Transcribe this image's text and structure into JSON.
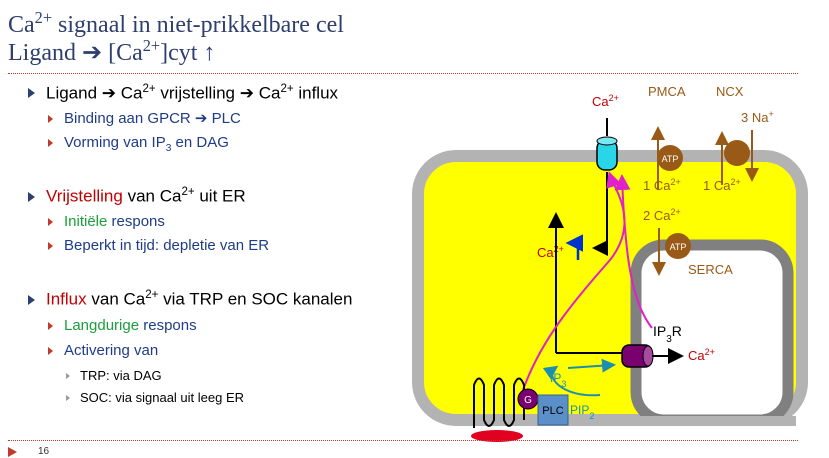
{
  "title": {
    "line1_prefix": "Ca",
    "line1_sup": "2+",
    "line1_rest": " signaal in niet-prikkelbare cel",
    "line2_prefix": "Ligand ➔ [Ca",
    "line2_sup": "2+",
    "line2_rest": "]cyt ↑"
  },
  "bullets": {
    "b1": {
      "a": "Ligand ➔ Ca",
      "sup1": "2+",
      "b": " vrijstelling ➔ Ca",
      "sup2": "2+",
      "c": " influx"
    },
    "b1_1": {
      "a": "Binding aan GPCR ➔ PLC"
    },
    "b1_2": {
      "a": "Vorming van IP",
      "sub": "3",
      "b": " en DAG"
    },
    "b2": {
      "red": "Vrijstelling",
      "a": " van Ca",
      "sup": "2+",
      "b": " uit ER"
    },
    "b2_1": {
      "green": "Initiële",
      "a": " respons"
    },
    "b2_2": {
      "a": "Beperkt in tijd: depletie van ER"
    },
    "b3": {
      "red": "Influx",
      "a": " van Ca",
      "sup": "2+",
      "b": " via TRP en SOC kanalen"
    },
    "b3_1": {
      "green": "Langdurige",
      "a": " respons"
    },
    "b3_2": {
      "a": "Activering van"
    },
    "b3_2_1": {
      "a": "TRP:  via DAG"
    },
    "b3_2_2": {
      "a": "SOC:  via signaal uit leeg ER"
    }
  },
  "diagram": {
    "pmca": "PMCA",
    "ncx": "NCX",
    "ca_out_base": "Ca",
    "sup": "2+",
    "na": "3 Na",
    "na_sup": "+",
    "atp": "ATP",
    "ca_pmca": "1 Ca",
    "ca_ncx": "1 Ca",
    "ca_serca": "2 Ca",
    "ca_cyt": "Ca",
    "serca": "SERCA",
    "ip3r_a": "IP",
    "ip3r_sub": "3",
    "ip3r_b": "R",
    "ca_er": "Ca",
    "ip3_a": "IP",
    "ip3_sub": "3",
    "g": "G",
    "plc": "PLC",
    "pip2_a": "PIP",
    "pip2_sub": "2"
  },
  "colors": {
    "title": "#2e3e6e",
    "accent_red": "#c00000",
    "accent_green": "#1a9f3a",
    "bullet_blue": "#1f3c88",
    "cell_fill": "#ffff00",
    "membrane": "#b3b3b3",
    "er_membrane": "#808080",
    "pump_brown": "#9a5a17",
    "pink_arrow": "#e020c8",
    "channel_cyan": "#28d6e8",
    "ip3r_purple": "#7a0070",
    "plc_blue": "#5b8fc7",
    "ip3_teal": "#1a8fb0"
  },
  "slide_number": "16"
}
